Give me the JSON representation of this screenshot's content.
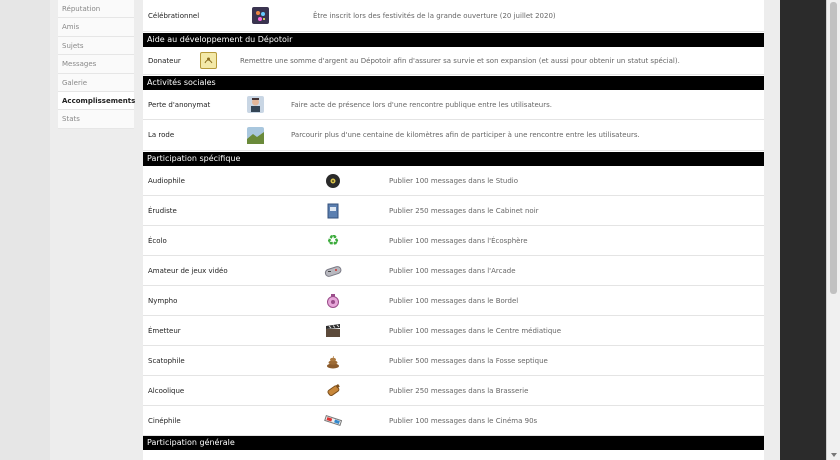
{
  "sidebar": {
    "items": [
      {
        "label": "Réputation"
      },
      {
        "label": "Amis"
      },
      {
        "label": "Sujets"
      },
      {
        "label": "Messages"
      },
      {
        "label": "Galerie"
      },
      {
        "label": "Accomplissements",
        "active": true
      },
      {
        "label": "Stats"
      }
    ]
  },
  "top_row": {
    "name": "Célébrationnel",
    "desc": "Être inscrit lors des festivités de la grande ouverture (20 juillet 2020)",
    "icon": "fireworks-icon"
  },
  "sections": {
    "dev": {
      "title": "Aide au développement du Dépotoir"
    },
    "social": {
      "title": "Activités sociales"
    },
    "specific": {
      "title": "Participation spécifique"
    },
    "general": {
      "title": "Participation générale"
    }
  },
  "dev_rows": [
    {
      "name": "Donateur",
      "desc": "Remettre une somme d'argent au Dépotoir afin d'assurer sa survie et son expansion (et aussi pour obtenir un statut spécial).",
      "icon": "donor-icon"
    }
  ],
  "social_rows": [
    {
      "name": "Perte d'anonymat",
      "desc": "Faire acte de présence lors d'une rencontre publique entre les utilisateurs.",
      "icon": "portrait-icon"
    },
    {
      "name": "La rode",
      "desc": "Parcourir plus d'une centaine de kilomètres afin de participer à une rencontre entre les utilisateurs.",
      "icon": "landscape-icon"
    }
  ],
  "specific_rows": [
    {
      "name": "Audiophile",
      "desc": "Publier 100 messages dans le Studio",
      "icon": "vinyl-record-icon"
    },
    {
      "name": "Érudiste",
      "desc": "Publier 250 messages dans le Cabinet noir",
      "icon": "book-icon"
    },
    {
      "name": "Écolo",
      "desc": "Publier 100 messages dans l'Écosphère",
      "icon": "recycle-icon"
    },
    {
      "name": "Amateur de jeux vidéo",
      "desc": "Publier 100 messages dans l'Arcade",
      "icon": "gamepad-icon"
    },
    {
      "name": "Nympho",
      "desc": "Publier 100 messages dans le Bordel",
      "icon": "lips-icon"
    },
    {
      "name": "Émetteur",
      "desc": "Publier 100 messages dans le Centre médiatique",
      "icon": "clapperboard-icon"
    },
    {
      "name": "Scatophile",
      "desc": "Publier 500 messages dans la Fosse septique",
      "icon": "poop-icon"
    },
    {
      "name": "Alcoolique",
      "desc": "Publier 250 messages dans la Brasserie",
      "icon": "bottle-icon"
    },
    {
      "name": "Cinéphile",
      "desc": "Publier 100 messages dans le Cinéma 90s",
      "icon": "3d-glasses-icon"
    }
  ],
  "colors": {
    "header_bg": "#000000",
    "header_text": "#ffffff",
    "row_border": "#e4e4e4"
  }
}
